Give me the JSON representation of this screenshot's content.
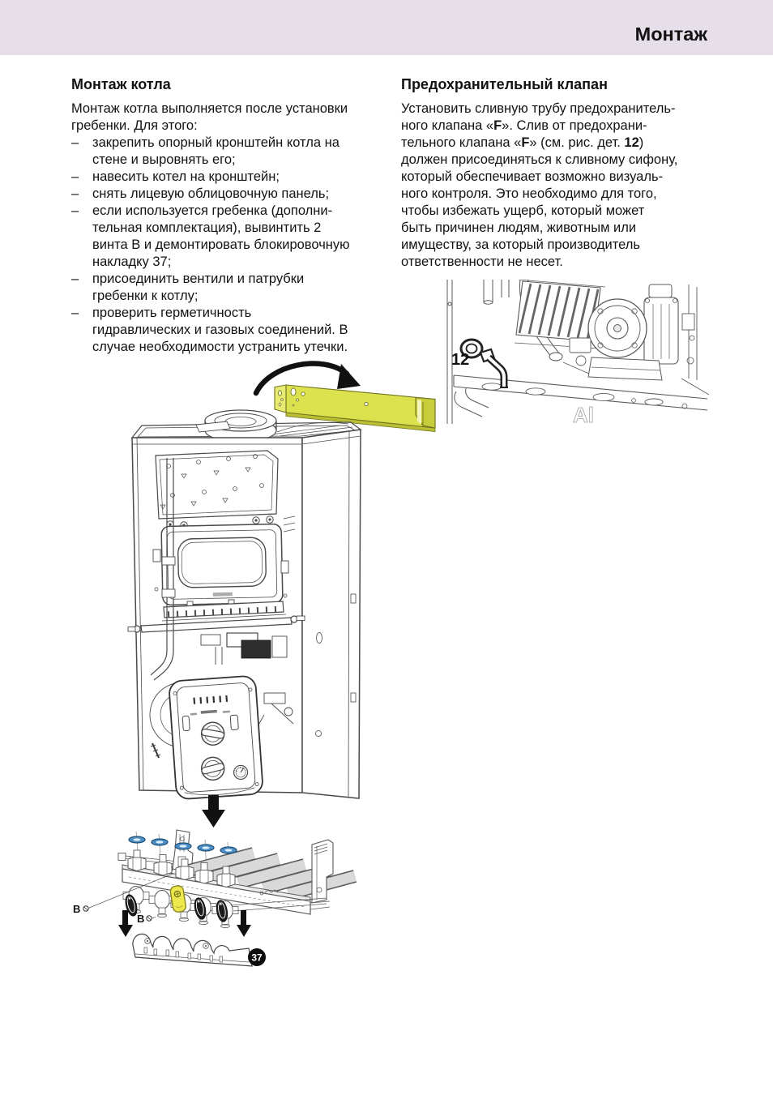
{
  "header": {
    "title": "Монтаж"
  },
  "left_column": {
    "heading": "Монтаж котла",
    "intro": "Монтаж котла выполняется после установки\nгребенки. Для этого:",
    "bullet_marker": "–",
    "bullets": [
      "закрепить опорный кронштейн котла на\nстене и выровнять его;",
      "навесить котел на кронштейн;",
      "снять лицевую облицовочную панель;",
      "если используется гребенка (дополни-\nтельная комплектация), вывинтить 2\nвинта В и демонтировать блокировочную\nнакладку 37;",
      "присоединить вентили и патрубки\nгребенки к котлу;",
      "проверить герметичность\nгидравлических и газовых соединений. В\nслучае необходимости устранить утечки."
    ]
  },
  "right_column": {
    "heading": "Предохранительный клапан",
    "paragraph": [
      {
        "t": "Установить сливную трубу предохранитель-\nного клапана «"
      },
      {
        "t": "F",
        "b": true
      },
      {
        "t": "». Слив от предохрани-\nтельного клапана «"
      },
      {
        "t": "F",
        "b": true
      },
      {
        "t": "» (см. рис. дет. "
      },
      {
        "t": "12",
        "b": true
      },
      {
        "t": ")\nдолжен присоединяться к сливному сифону,\nкоторый обеспечивает возможно визуаль-\nного контроля. Это необходимо для того,\nчтобы избежать ущерб, который может\nбыть причинен людям, животным или\nимуществу, за который производитель\nответственности не несет."
      }
    ]
  },
  "figures": {
    "safety_valve_detail": {
      "callout_12": "12"
    },
    "manifold_detail": {
      "label_b_left": "B",
      "label_b_center": "B",
      "badge_37": "37"
    }
  },
  "colors": {
    "header_band": "#e6dfe9",
    "bracket_yellow": "#dce14e",
    "valve_yellow": "#ece84d",
    "oring_blue": "#4d8ec6",
    "pipe_grey": "#d9d9d9",
    "badge_black": "#0d0d0d",
    "text": "#121212"
  }
}
